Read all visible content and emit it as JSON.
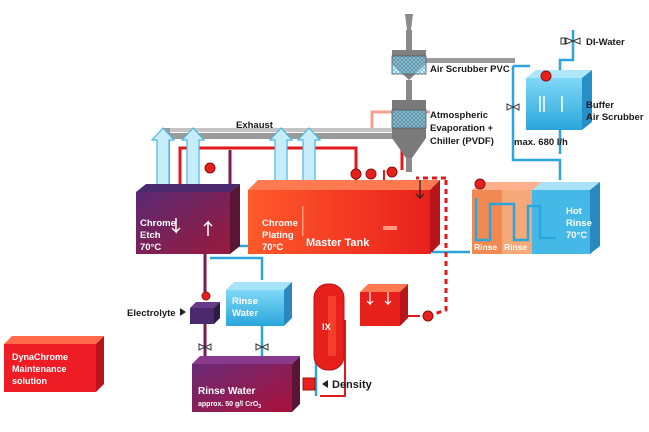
{
  "labels": {
    "exhaust": "Exhaust",
    "di_water": "DI-Water",
    "air_scrubber": "Air Scrubber PVC",
    "atmospheric_1": "Atmospheric",
    "atmospheric_2": "Evaporation +",
    "atmospheric_3": "Chiller (PVDF)",
    "buffer_1": "Buffer",
    "buffer_2": "Air Scrubber",
    "max_flow": "max. 680 l/h",
    "chrome_etch_1": "Chrome",
    "chrome_etch_2": "Etch",
    "chrome_etch_3": "70°C",
    "chrome_plating_1": "Chrome",
    "chrome_plating_2": "Plating",
    "chrome_plating_3": "70°C",
    "master_tank": "Master Tank",
    "rinse_a": "Rinse",
    "rinse_b": "Rinse",
    "hot_rinse_1": "Hot",
    "hot_rinse_2": "Rinse",
    "hot_rinse_3": "70°C",
    "electrolyte": "Electrolyte",
    "rinse_water_small_1": "Rinse",
    "rinse_water_small_2": "Water",
    "ix": "IX",
    "density": "Density",
    "rinse_water_main": "Rinse Water",
    "rinse_water_conc": "approx. 50 g/l CrO",
    "rinse_water_sub": "3",
    "dynachrome_1": "DynaChrome",
    "dynachrome_2": "Maintenance",
    "dynachrome_3": "solution"
  },
  "colors": {
    "chrome_red": "#e8321e",
    "dark_red": "#b4122a",
    "etch_purple": "#7a1c4c",
    "light_blue": "#3ab8e6",
    "rinse_blue": "#31a8dc",
    "pipe_gray": "#9a9a9a",
    "orange_rinse": "#f08a52"
  }
}
